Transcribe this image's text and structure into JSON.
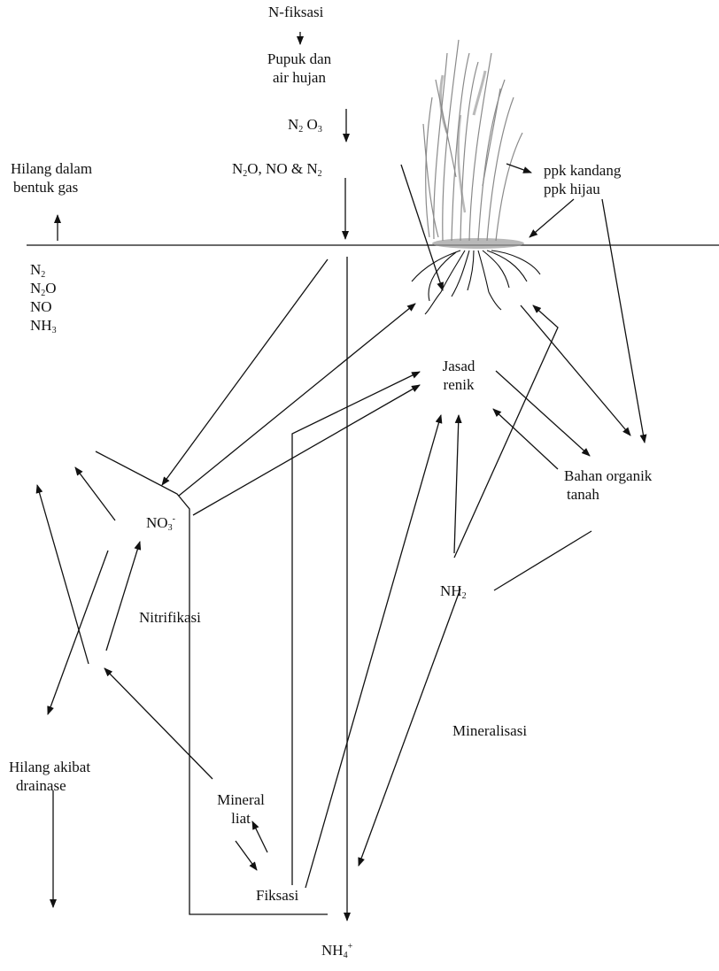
{
  "labels": {
    "n_fiksasi": "N-fiksasi",
    "pupuk_line1": "Pupuk dan",
    "pupuk_line2": "air hujan",
    "n2o3_a": "N",
    "n2o3_a_sub": "2",
    "n2o3_b": " O",
    "n2o3_b_sub": "3",
    "gas_top_1": "N",
    "gas_top_1_sub": "2",
    "gas_top_2": "O, NO & N",
    "gas_top_2_sub": "2",
    "hilang_gas_line1": "Hilang dalam",
    "hilang_gas_line2": "bentuk gas",
    "ppk_kandang": "ppk kandang",
    "ppk_hijau": "ppk hijau",
    "n2": "N",
    "n2_sub": "2",
    "n2o_a": "N",
    "n2o_sub": "2",
    "n2o_b": "O",
    "no": "NO",
    "nh3": "NH",
    "nh3_sub": "3",
    "jasad_line1": "Jasad",
    "jasad_line2": "renik",
    "bahan_line1": "Bahan organik",
    "bahan_line2": "tanah",
    "no3": "NO",
    "no3_sub": "3",
    "no3_sup": "-",
    "nitrifikasi": "Nitrifikasi",
    "nh2": "NH",
    "nh2_sub": "2",
    "mineralisasi": "Mineralisasi",
    "hilang_drainase_line1": "Hilang akibat",
    "hilang_drainase_line2": "drainase",
    "mineral_line1": "Mineral",
    "mineral_line2": "liat",
    "fiksasi": "Fiksasi",
    "nh4": "NH",
    "nh4_sub": "4",
    "nh4_sup": "+"
  },
  "icons": {
    "plant": "rice-plant-with-roots-icon"
  },
  "colors": {
    "stroke": "#111111",
    "plant": "#8a8a8a"
  }
}
